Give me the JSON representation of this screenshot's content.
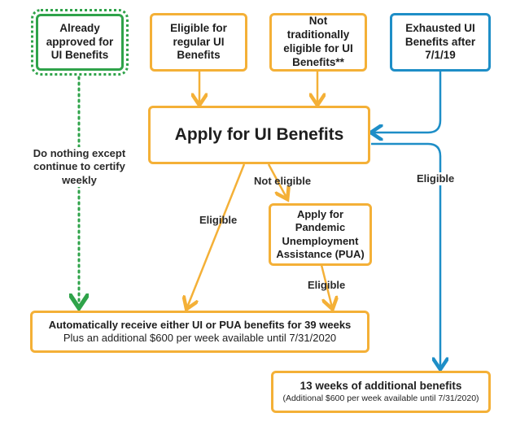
{
  "boxes": {
    "already_approved": "Already approved for UI Benefits",
    "eligible_regular": "Eligible for regular UI Benefits",
    "not_traditional": "Not traditionally eligible for UI Benefits**",
    "exhausted": "Exhausted UI Benefits after 7/1/19",
    "apply_ui": "Apply for UI Benefits",
    "apply_pua": "Apply for Pandemic Unemployment Assistance (PUA)",
    "auto_receive_title": "Automatically receive either UI or PUA benefits for 39 weeks",
    "auto_receive_sub": "Plus an additional $600 per week available until 7/31/2020",
    "weeks13_title": "13 weeks of additional benefits",
    "weeks13_sub": "(Additional $600 per week available until 7/31/2020)"
  },
  "labels": {
    "do_nothing": "Do nothing except continue to certify weekly",
    "not_eligible": "Not eligible",
    "eligible_left": "Eligible",
    "eligible_pua": "Eligible",
    "eligible_right": "Eligible"
  },
  "colors": {
    "orange": "#f4b037",
    "blue": "#1e8ec7",
    "green": "#2fa34a"
  }
}
